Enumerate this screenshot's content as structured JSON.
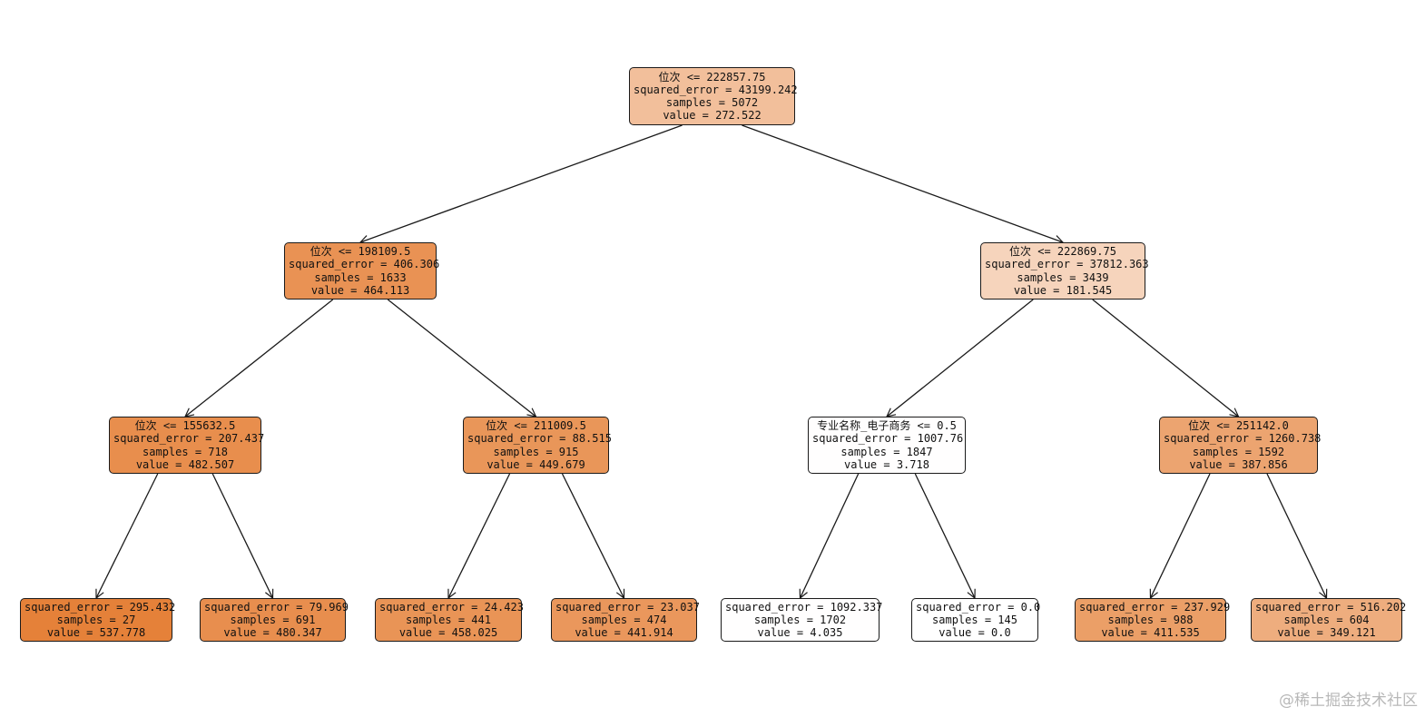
{
  "tree": {
    "nodes": [
      {
        "id": "n0",
        "lines": [
          "位次 <= 222857.75",
          "squared_error = 43199.242",
          "samples = 5072",
          "value = 272.522"
        ],
        "value": 272.522
      },
      {
        "id": "n1",
        "lines": [
          "位次 <= 198109.5",
          "squared_error = 406.306",
          "samples = 1633",
          "value = 464.113"
        ],
        "value": 464.113
      },
      {
        "id": "n2",
        "lines": [
          "位次 <= 222869.75",
          "squared_error = 37812.363",
          "samples = 3439",
          "value = 181.545"
        ],
        "value": 181.545
      },
      {
        "id": "n3",
        "lines": [
          "位次 <= 155632.5",
          "squared_error = 207.437",
          "samples = 718",
          "value = 482.507"
        ],
        "value": 482.507
      },
      {
        "id": "n4",
        "lines": [
          "位次 <= 211009.5",
          "squared_error = 88.515",
          "samples = 915",
          "value = 449.679"
        ],
        "value": 449.679
      },
      {
        "id": "n5",
        "lines": [
          "专业名称_电子商务 <= 0.5",
          "squared_error = 1007.76",
          "samples = 1847",
          "value = 3.718"
        ],
        "value": 3.718
      },
      {
        "id": "n6",
        "lines": [
          "位次 <= 251142.0",
          "squared_error = 1260.738",
          "samples = 1592",
          "value = 387.856"
        ],
        "value": 387.856
      },
      {
        "id": "n7",
        "lines": [
          "squared_error = 295.432",
          "samples = 27",
          "value = 537.778"
        ],
        "value": 537.778
      },
      {
        "id": "n8",
        "lines": [
          "squared_error = 79.969",
          "samples = 691",
          "value = 480.347"
        ],
        "value": 480.347
      },
      {
        "id": "n9",
        "lines": [
          "squared_error = 24.423",
          "samples = 441",
          "value = 458.025"
        ],
        "value": 458.025
      },
      {
        "id": "n10",
        "lines": [
          "squared_error = 23.037",
          "samples = 474",
          "value = 441.914"
        ],
        "value": 441.914
      },
      {
        "id": "n11",
        "lines": [
          "squared_error = 1092.337",
          "samples = 1702",
          "value = 4.035"
        ],
        "value": 4.035
      },
      {
        "id": "n12",
        "lines": [
          "squared_error = 0.0",
          "samples = 145",
          "value = 0.0"
        ],
        "value": 0.0
      },
      {
        "id": "n13",
        "lines": [
          "squared_error = 237.929",
          "samples = 988",
          "value = 411.535"
        ],
        "value": 411.535
      },
      {
        "id": "n14",
        "lines": [
          "squared_error = 516.202",
          "samples = 604",
          "value = 349.121"
        ],
        "value": 349.121
      }
    ],
    "edges": [
      [
        "n0",
        "n1"
      ],
      [
        "n0",
        "n2"
      ],
      [
        "n1",
        "n3"
      ],
      [
        "n1",
        "n4"
      ],
      [
        "n2",
        "n5"
      ],
      [
        "n2",
        "n6"
      ],
      [
        "n3",
        "n7"
      ],
      [
        "n3",
        "n8"
      ],
      [
        "n4",
        "n9"
      ],
      [
        "n4",
        "n10"
      ],
      [
        "n5",
        "n11"
      ],
      [
        "n5",
        "n12"
      ],
      [
        "n6",
        "n13"
      ],
      [
        "n6",
        "n14"
      ]
    ],
    "color_scale": {
      "low": "#ffffff",
      "high": "#e58139",
      "min_value": 0.0,
      "max_value": 537.778
    }
  },
  "watermark": "@稀土掘金技术社区"
}
